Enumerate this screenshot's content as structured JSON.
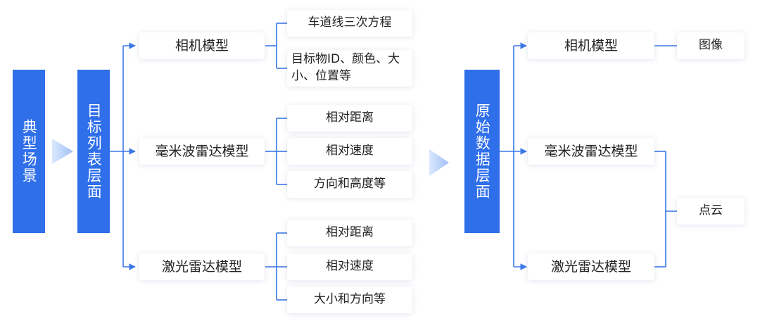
{
  "colors": {
    "accent": "#2f6fea",
    "line": "#3b78e7",
    "chevron": "#aac8f7"
  },
  "left": {
    "scenario_bar": "典型场景",
    "target_layer_bar": "目标列表层面",
    "groups": [
      {
        "model": "相机模型",
        "items": [
          "车道线三次方程",
          "目标物ID、颜色、大小、位置等"
        ]
      },
      {
        "model": "毫米波雷达模型",
        "items": [
          "相对距离",
          "相对速度",
          "方向和高度等"
        ]
      },
      {
        "model": "激光雷达模型",
        "items": [
          "相对距离",
          "相对速度",
          "大小和方向等"
        ]
      }
    ]
  },
  "right": {
    "raw_layer_bar": "原始数据层面",
    "models": [
      "相机模型",
      "毫米波雷达模型",
      "激光雷达模型"
    ],
    "outputs": {
      "image": "图像",
      "point_cloud": "点云"
    }
  }
}
